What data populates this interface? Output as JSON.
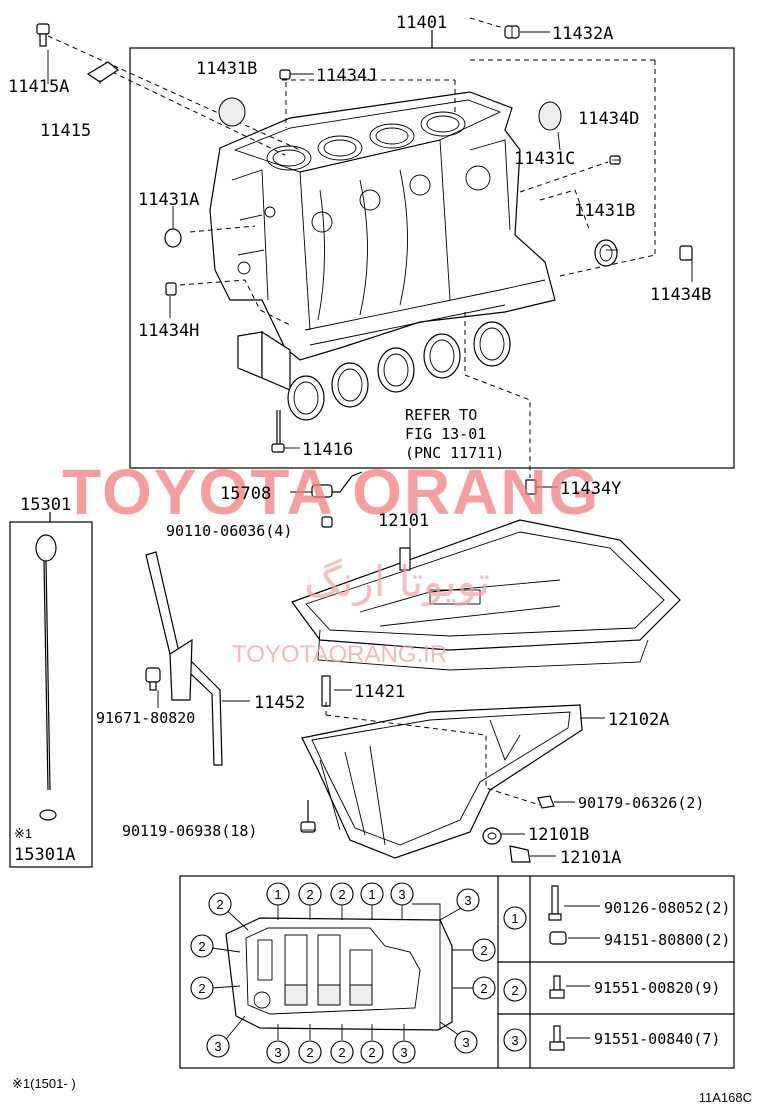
{
  "diagram": {
    "labels": {
      "p11401": "11401",
      "p11432A": "11432A",
      "p11415A": "11415A",
      "p11415": "11415",
      "p11431B_top": "11431B",
      "p11434J": "11434J",
      "p11434D": "11434D",
      "p11431C": "11431C",
      "p11431A": "11431A",
      "p11431B_right": "11431B",
      "p11434B": "11434B",
      "p11434H": "11434H",
      "refer1": "REFER TO",
      "refer2": "FIG 13-01",
      "refer3": "(PNC 11711)",
      "p11416": "11416",
      "p15708": "15708",
      "p11434Y": "11434Y",
      "p15301": "15301",
      "p90110": "90110-06036(4)",
      "p12101": "12101",
      "p91671": "91671-80820",
      "p11452": "11452",
      "p11421": "11421",
      "p12102A": "12102A",
      "p90179": "90179-06326(2)",
      "p90119": "90119-06938(18)",
      "p12101B": "12101B",
      "p12101A": "12101A",
      "p15301A": "15301A",
      "mark_note": "※1",
      "footnote": "※1(1501-     )",
      "figure_code": "11A168C"
    },
    "legend": {
      "rows": [
        {
          "key": "1",
          "items": [
            "90126-08052(2)",
            "94151-80800(2)"
          ]
        },
        {
          "key": "2",
          "items": [
            "91551-00820(9)"
          ]
        },
        {
          "key": "3",
          "items": [
            "91551-00840(7)"
          ]
        }
      ]
    },
    "pan_callouts": {
      "top": [
        "2",
        "1",
        "2",
        "2",
        "1",
        "3",
        "3"
      ],
      "bottom": [
        "3",
        "2",
        "2",
        "2",
        "3",
        "3"
      ],
      "left": [
        "2",
        "2",
        "3"
      ],
      "right": [
        "2",
        "2"
      ]
    },
    "watermark": {
      "main": "TOYOTA ORANG",
      "persian": "تویوتا ارنگ",
      "url": "TOYOTAORANG.IR"
    }
  }
}
